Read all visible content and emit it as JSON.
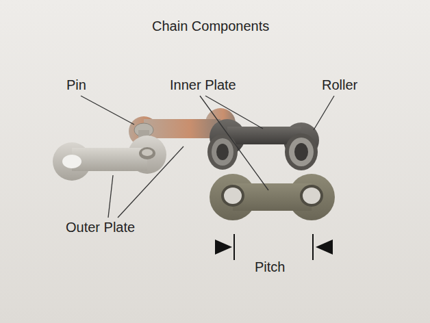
{
  "diagram": {
    "title": "Chain Components",
    "labels": [
      "Pin",
      "Inner Plate",
      "Roller",
      "Outer Plate",
      "Pitch"
    ]
  }
}
